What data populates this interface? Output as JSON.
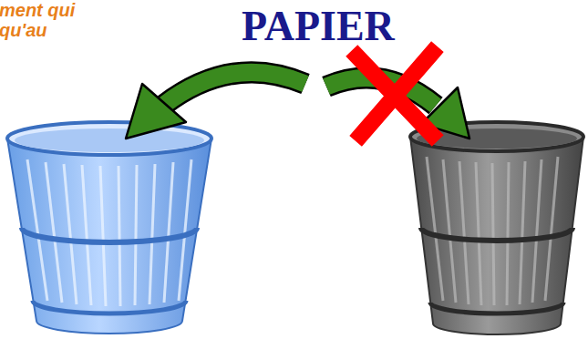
{
  "diagram": {
    "labels": [
      "ment qui",
      "qu'au",
      "PAPIER"
    ]
  }
}
